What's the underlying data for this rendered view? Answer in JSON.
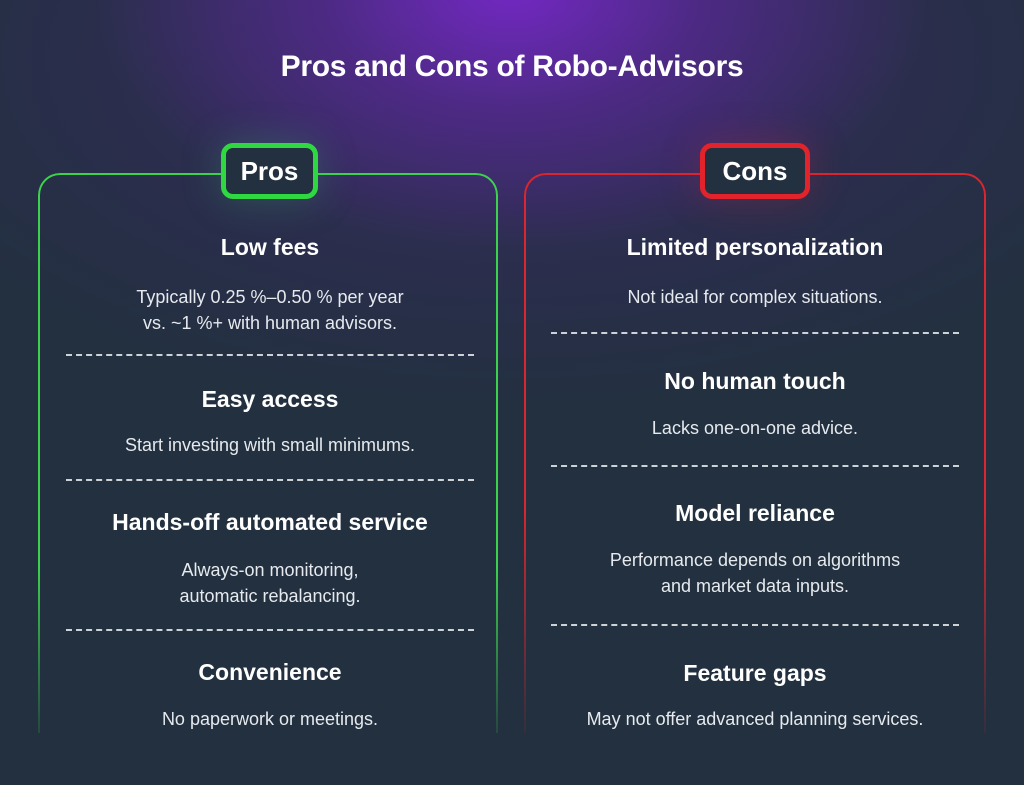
{
  "title": "Pros and Cons of Robo-Advisors",
  "colors": {
    "pros_accent": "#3dd24e",
    "cons_accent": "#d9262f",
    "background": "#22303f",
    "glow": "#7628c8"
  },
  "pros": {
    "label": "Pros",
    "items": [
      {
        "title": "Low fees",
        "desc_line1": "Typically 0.25 %–0.50 % per year",
        "desc_line2": "vs. ~1 %+ with human advisors."
      },
      {
        "title": "Easy access",
        "desc_line1": "Start investing with small minimums.",
        "desc_line2": ""
      },
      {
        "title": "Hands-off automated service",
        "desc_line1": "Always-on monitoring,",
        "desc_line2": "automatic rebalancing."
      },
      {
        "title": "Convenience",
        "desc_line1": "No paperwork or meetings.",
        "desc_line2": ""
      }
    ]
  },
  "cons": {
    "label": "Cons",
    "items": [
      {
        "title": "Limited personalization",
        "desc_line1": "Not ideal for complex situations.",
        "desc_line2": ""
      },
      {
        "title": "No human touch",
        "desc_line1": "Lacks one-on-one advice.",
        "desc_line2": ""
      },
      {
        "title": "Model reliance",
        "desc_line1": "Performance depends on algorithms",
        "desc_line2": "and market data inputs."
      },
      {
        "title": "Feature gaps",
        "desc_line1": "May not offer advanced planning services.",
        "desc_line2": ""
      }
    ]
  }
}
